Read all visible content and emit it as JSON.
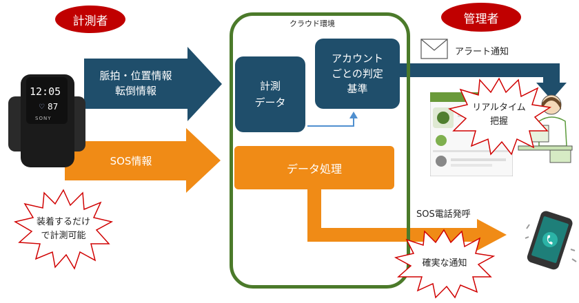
{
  "actors": {
    "measurer": "計測者",
    "admin": "管理者"
  },
  "cloud": {
    "label": "クラウド環境",
    "measure_data": "計測\nデータ",
    "account_criteria": "アカウント\nごとの判定\n基準",
    "data_processing": "データ処理"
  },
  "arrows": {
    "pulse_info": "脈拍・位置情報\n転倒情報",
    "sos_info": "SOS情報"
  },
  "labels": {
    "alert_notice": "アラート通知",
    "sos_call": "SOS電話発呼"
  },
  "bursts": {
    "wear_only": "装着するだけ\nで計測可能",
    "realtime": "リアルタイム\n把握",
    "reliable_notice": "確実な通知"
  },
  "watch": {
    "time": "12:05",
    "bpm": "87",
    "brand": "SONY"
  },
  "colors": {
    "red": "#c00000",
    "navy": "#1f4e6b",
    "orange": "#f08b16",
    "green": "#4b7a2a"
  }
}
